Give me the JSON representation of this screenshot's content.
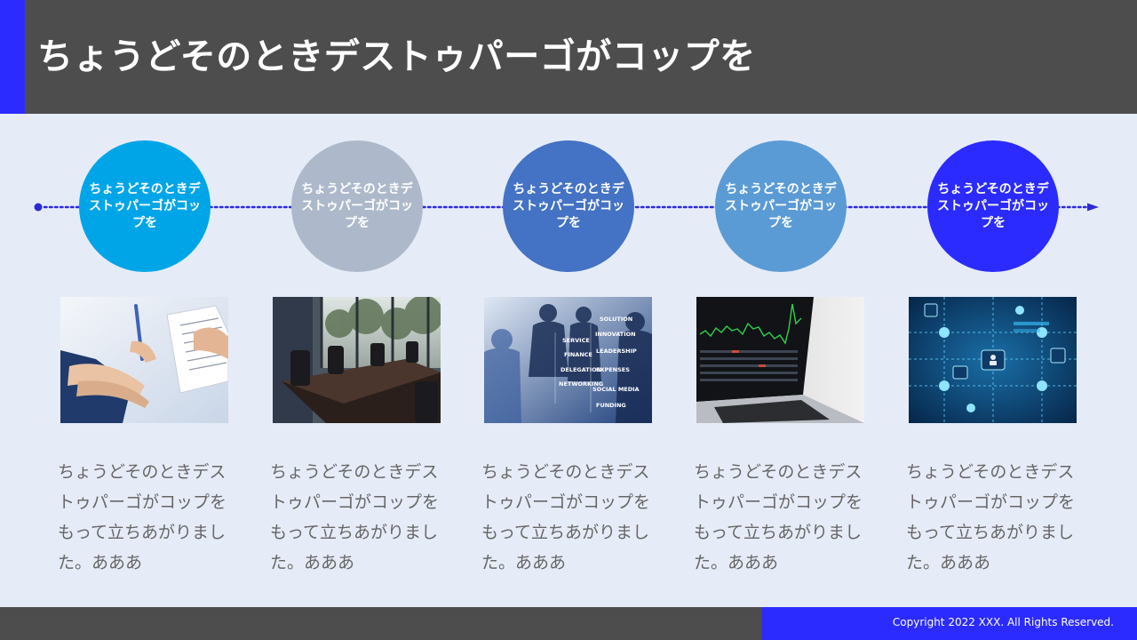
{
  "header": {
    "title": "ちょうどそのときデストゥパーゴがコップを",
    "accent_color": "#2b2bff",
    "background_color": "#4d4d4d"
  },
  "timeline": {
    "line_color": "#2b2bd6",
    "start_marker": "dot",
    "end_marker": "arrow-right-icon"
  },
  "steps": [
    {
      "circle_label": "ちょうどそのときデストゥパーゴがコップを",
      "circle_color": "#00a5e8",
      "photo": "business-handshake-documents-photo",
      "description": "ちょうどそのときデストゥパーゴがコップをもって立ちあがりました。あああ"
    },
    {
      "circle_label": "ちょうどそのときデストゥパーゴがコップを",
      "circle_color": "#adb9ca",
      "photo": "conference-room-photo",
      "description": "ちょうどそのときデストゥパーゴがコップをもって立ちあがりました。あああ"
    },
    {
      "circle_label": "ちょうどそのときデストゥパーゴがコップを",
      "circle_color": "#4472c4",
      "photo": "business-people-keywords-photo",
      "description": "ちょうどそのときデストゥパーゴがコップをもって立ちあがりました。あああ"
    },
    {
      "circle_label": "ちょうどそのときデストゥパーゴがコップを",
      "circle_color": "#5b9bd5",
      "photo": "laptop-stock-chart-photo",
      "description": "ちょうどそのときデストゥパーゴがコップをもって立ちあがりました。あああ"
    },
    {
      "circle_label": "ちょうどそのときデストゥパーゴがコップを",
      "circle_color": "#2b2bff",
      "photo": "technology-network-icons-photo",
      "description": "ちょうどそのときデストゥパーゴがコップをもって立ちあがりました。あああ"
    }
  ],
  "photo_keywords": [
    "SOLUTION",
    "SERVICE",
    "INNOVATION",
    "FINANCE",
    "LEADERSHIP",
    "DELEGATION",
    "EXPENSES",
    "NETWORKING",
    "SOCIAL MEDIA",
    "FUNDING"
  ],
  "footer": {
    "copyright": "Copyright 2022 XXX. All Rights Reserved."
  }
}
